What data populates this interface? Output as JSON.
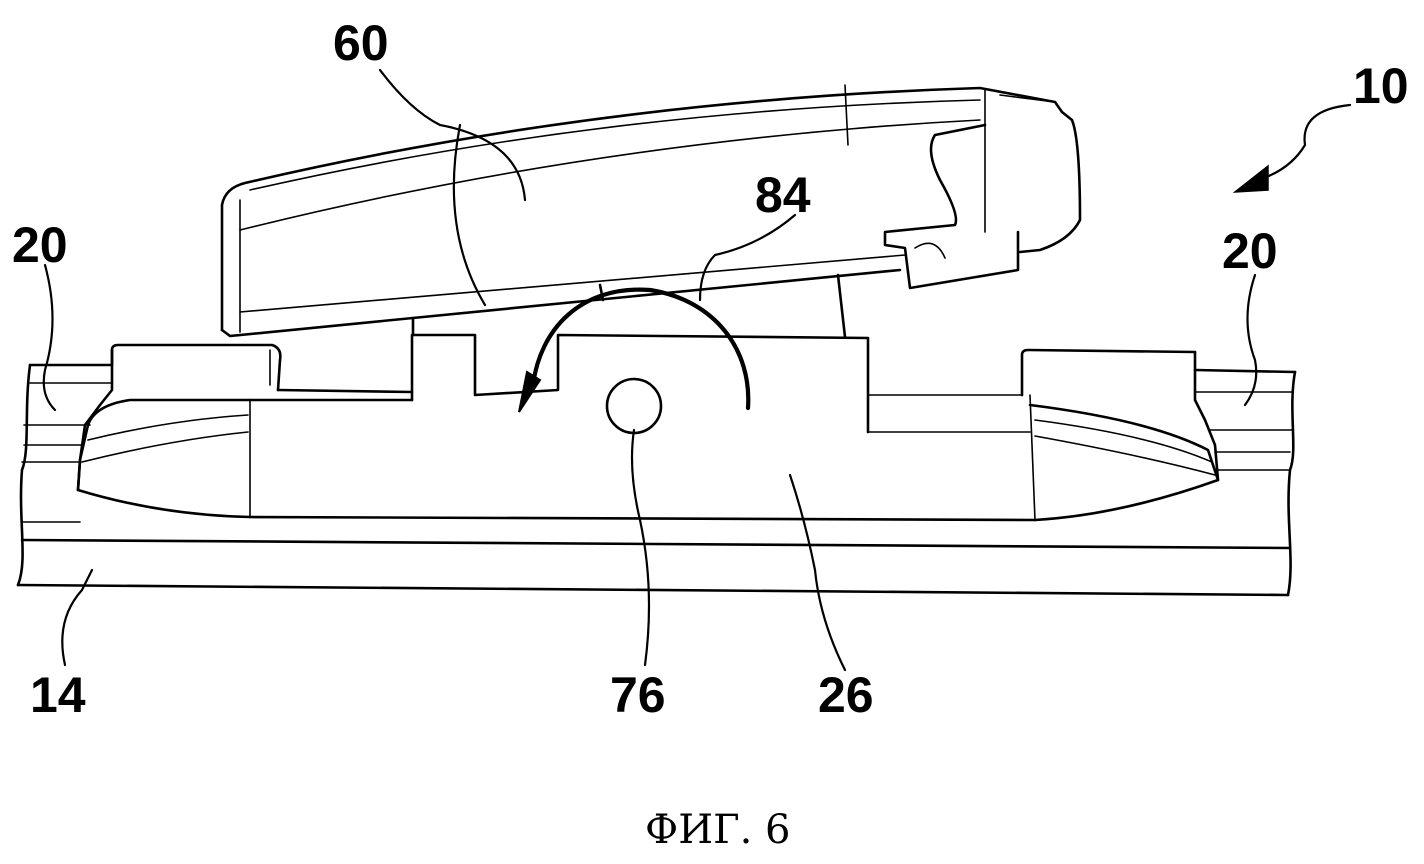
{
  "figure": {
    "caption": "ФИГ. 6",
    "labels": {
      "assembly": "10",
      "rail_left": "20",
      "rail_right": "20",
      "strip": "14",
      "cover": "60",
      "arrow": "84",
      "pivot": "76",
      "adapter": "26"
    }
  }
}
